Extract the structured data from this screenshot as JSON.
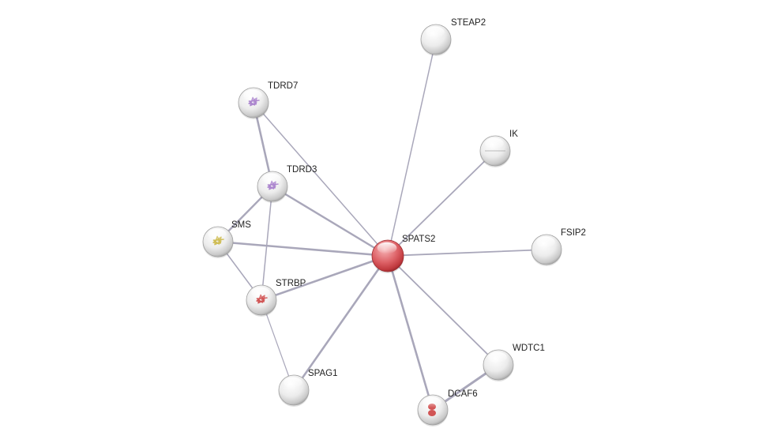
{
  "network": {
    "nodes": [
      {
        "id": "SPATS2",
        "label": "SPATS2",
        "query": true,
        "color": "#d9585c"
      },
      {
        "id": "STEAP2",
        "label": "STEAP2",
        "query": false,
        "structure": ""
      },
      {
        "id": "TDRD7",
        "label": "TDRD7",
        "query": false,
        "structure": "purple"
      },
      {
        "id": "IK",
        "label": "IK",
        "query": false,
        "structure": "gray"
      },
      {
        "id": "TDRD3",
        "label": "TDRD3",
        "query": false,
        "structure": "purple"
      },
      {
        "id": "SMS",
        "label": "SMS",
        "query": false,
        "structure": "yellow"
      },
      {
        "id": "FSIP2",
        "label": "FSIP2",
        "query": false,
        "structure": ""
      },
      {
        "id": "STRBP",
        "label": "STRBP",
        "query": false,
        "structure": "red"
      },
      {
        "id": "WDTC1",
        "label": "WDTC1",
        "query": false,
        "structure": ""
      },
      {
        "id": "SPAG1",
        "label": "SPAG1",
        "query": false,
        "structure": ""
      },
      {
        "id": "DCAF6",
        "label": "DCAF6",
        "query": false,
        "structure": "red"
      }
    ],
    "edges": [
      {
        "source": "SPATS2",
        "target": "STEAP2",
        "weight": 1.5
      },
      {
        "source": "SPATS2",
        "target": "TDRD7",
        "weight": 1.5
      },
      {
        "source": "SPATS2",
        "target": "IK",
        "weight": 1.8
      },
      {
        "source": "SPATS2",
        "target": "TDRD3",
        "weight": 2.4
      },
      {
        "source": "SPATS2",
        "target": "SMS",
        "weight": 2.6
      },
      {
        "source": "SPATS2",
        "target": "FSIP2",
        "weight": 1.8
      },
      {
        "source": "SPATS2",
        "target": "STRBP",
        "weight": 2.6
      },
      {
        "source": "SPATS2",
        "target": "WDTC1",
        "weight": 1.8
      },
      {
        "source": "SPATS2",
        "target": "SPAG1",
        "weight": 2.6
      },
      {
        "source": "SPATS2",
        "target": "DCAF6",
        "weight": 2.6
      },
      {
        "source": "TDRD7",
        "target": "TDRD3",
        "weight": 2.6
      },
      {
        "source": "TDRD3",
        "target": "SMS",
        "weight": 2.4
      },
      {
        "source": "TDRD3",
        "target": "STRBP",
        "weight": 1.5
      },
      {
        "source": "SMS",
        "target": "STRBP",
        "weight": 1.5
      },
      {
        "source": "STRBP",
        "target": "SPAG1",
        "weight": 1.2
      },
      {
        "source": "WDTC1",
        "target": "DCAF6",
        "weight": 3.0
      }
    ],
    "colors": {
      "edge": "#a9a7ba",
      "node_default": "#e8e8e8",
      "query_node": "#d9585c"
    }
  }
}
